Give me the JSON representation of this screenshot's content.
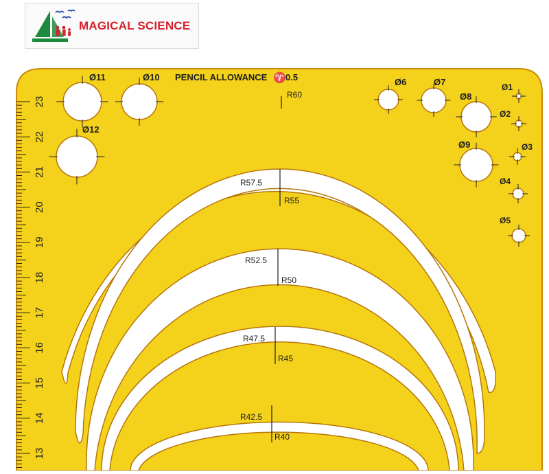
{
  "brand": {
    "name": "MAGICAL SCIENCE"
  },
  "template": {
    "title": "PENCIL ALLOWANCE",
    "allowance_value": "0.5",
    "colors": {
      "plastic": "#f4d21c",
      "plastic_edge": "#c98a0a",
      "cutout": "#ffffff",
      "ink": "#1e1e1e",
      "brand_red": "#d4202a",
      "brand_green": "#1c8a3c",
      "bird_blue": "#2a4db0"
    },
    "holes": [
      {
        "label": "Ø11"
      },
      {
        "label": "Ø10"
      },
      {
        "label": "Ø12"
      },
      {
        "label": "Ø6"
      },
      {
        "label": "Ø7"
      },
      {
        "label": "Ø8"
      },
      {
        "label": "Ø9"
      },
      {
        "label": "Ø1"
      },
      {
        "label": "Ø2"
      },
      {
        "label": "Ø3"
      },
      {
        "label": "Ø4"
      },
      {
        "label": "Ø5"
      }
    ],
    "arcs": [
      {
        "outer_label": "R60",
        "inner_label": ""
      },
      {
        "outer_label": "R57.5",
        "inner_label": "R55"
      },
      {
        "outer_label": "R52.5",
        "inner_label": "R50"
      },
      {
        "outer_label": "R47.5",
        "inner_label": "R45"
      },
      {
        "outer_label": "R42.5",
        "inner_label": "R40"
      }
    ],
    "ruler": {
      "labels": [
        "23",
        "22",
        "21",
        "20",
        "19",
        "18",
        "17",
        "16",
        "15",
        "14",
        "13"
      ]
    }
  }
}
